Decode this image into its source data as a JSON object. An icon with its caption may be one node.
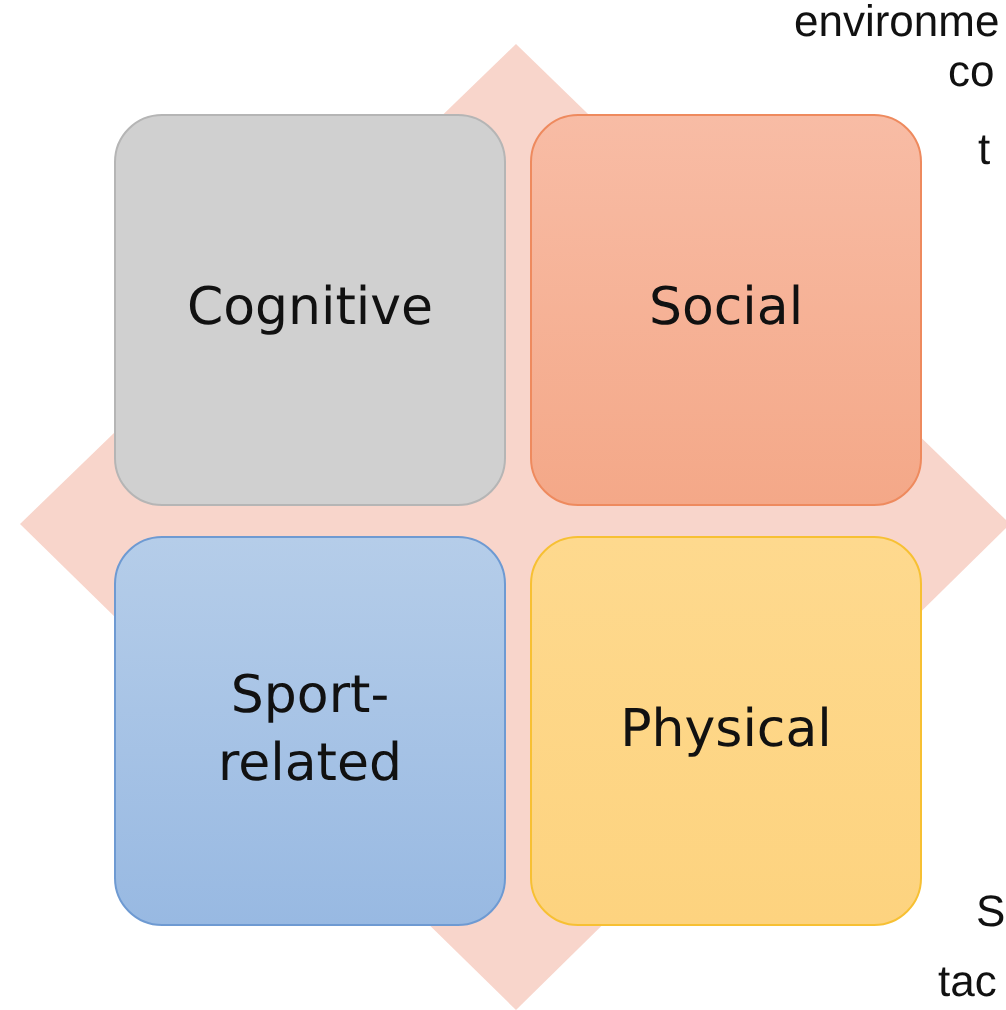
{
  "diagram": {
    "nodes": [
      {
        "text": [
          "Cognitive"
        ]
      },
      {
        "text": [
          "Social"
        ]
      },
      {
        "text": [
          "Sport-related"
        ]
      },
      {
        "text": [
          "Physical"
        ]
      }
    ],
    "labels": [
      "environme",
      "co",
      "t",
      "S",
      "tac"
    ]
  }
}
